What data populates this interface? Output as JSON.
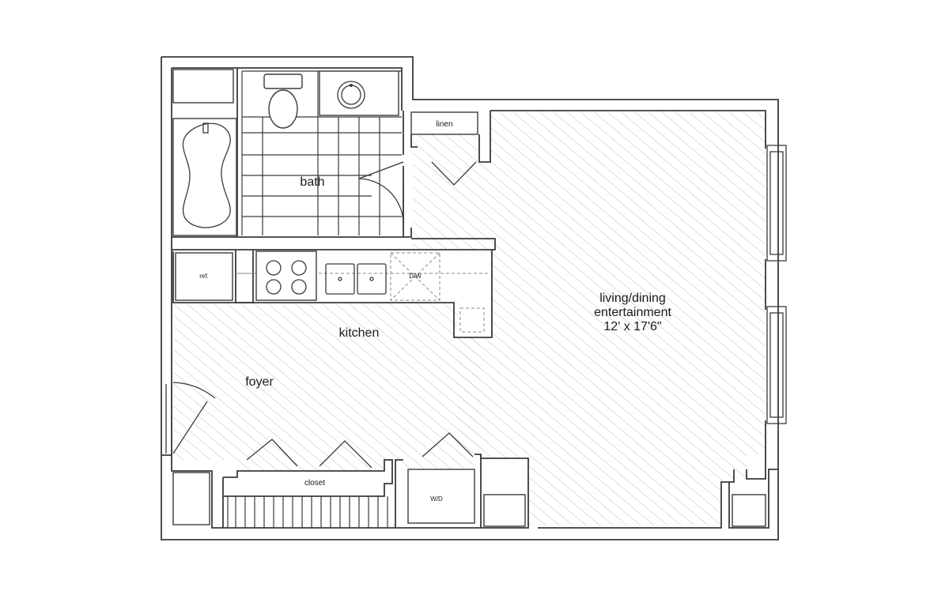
{
  "rooms": {
    "bath": "bath",
    "kitchen": "kitchen",
    "foyer": "foyer",
    "living_line1": "living/dining",
    "living_line2": "entertainment",
    "living_dims": "12' x 17'6\"",
    "closet": "closet",
    "linen": "linen"
  },
  "appliances": {
    "refrigerator": "ref.",
    "dishwasher": "D/W",
    "washer_dryer": "W/D"
  },
  "colors": {
    "wall": "#3a3a3a",
    "floor_hatch": "#bdbdbd",
    "background": "#ffffff"
  }
}
